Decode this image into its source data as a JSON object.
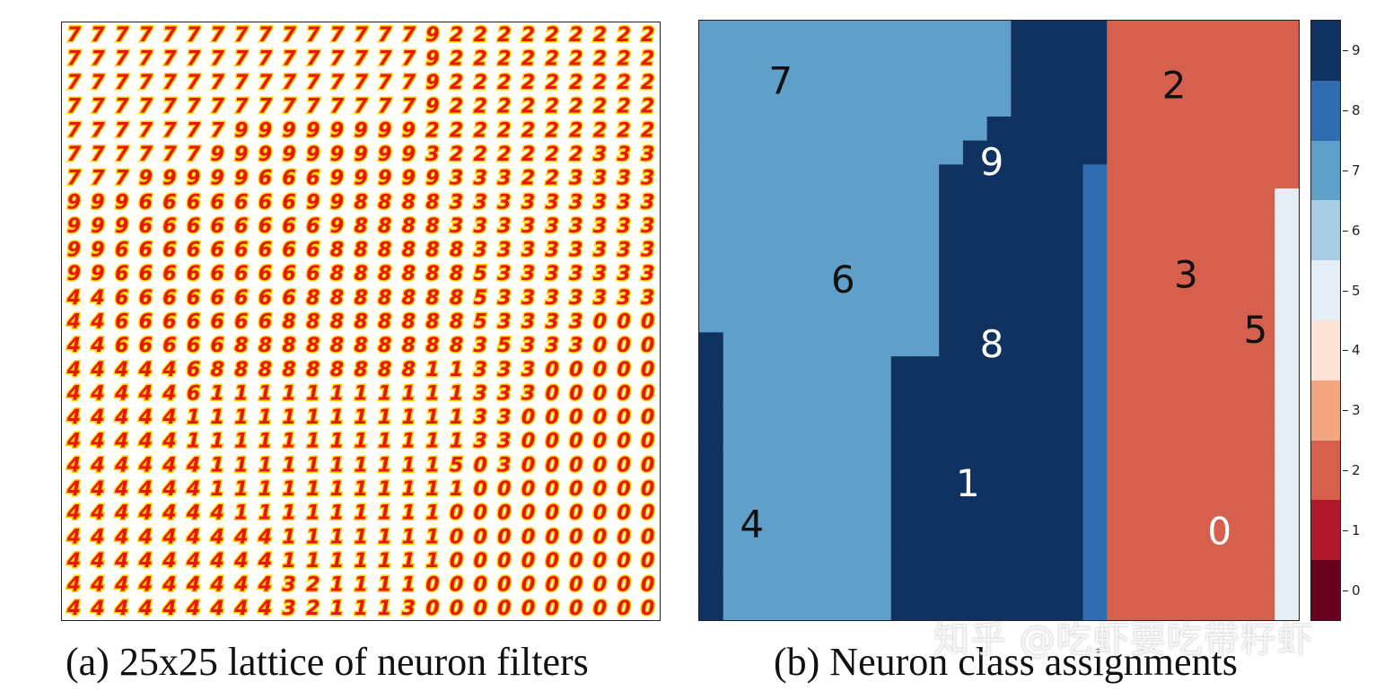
{
  "lattice": {
    "size": 25,
    "rows": [
      "7777777777777779222222222",
      "7777777777777779222222222",
      "7777777777777779222222222",
      "7777777777777779222222222",
      "7777777999999992222222222",
      "7777779999999993222222333",
      "7779999966699999333223333",
      "9996666666998888333333333",
      "9996666666698888333333333",
      "9966666666688888833333333",
      "9966666666688888853333333",
      "4466666666888888853333333",
      "4466666668888888853333000",
      "4466666888888888835333000",
      "4444468888888881133300000",
      "4444461111111111133300000",
      "4444411111111111133000000",
      "4444411111111111133000000",
      "4444441111111111503000000",
      "4444441111111111100000000",
      "4444444111111111000000000",
      "4444444441111111000000000",
      "4444444441111111000000000",
      "4444444443211110000000000",
      "4444444443211130000000000"
    ]
  },
  "assignments": {
    "size": 25,
    "rows": [
      "7777777777777999922222222",
      "7777777777777999922222222",
      "7777777777777999922222222",
      "7777777777777999922222222",
      "7777777777779999922222222",
      "7777777777799999922222222",
      "7777777777999999822222222",
      "7777777777999999822222225",
      "7777777777999999822222225",
      "7777777777999999822222225",
      "7777777777999999822222225",
      "7777777777999999822222225",
      "7777777777999999822222225",
      "9777777777999999822222225",
      "9777777799999999822222225",
      "9777777799999999822222225",
      "9777777799999999822222225",
      "9777777799999999822222225",
      "9777777799999999822222225",
      "9777777799999999822222225",
      "9777777799999999822222225",
      "9777777799999999822222225",
      "9777777799999999822222225",
      "9777777799999999822222225",
      "9777777799999999822222225"
    ],
    "region_labels": [
      {
        "text": "7",
        "col": 3.4,
        "row": 2.5
      },
      {
        "text": "2",
        "col": 19.8,
        "row": 2.7
      },
      {
        "text": "9",
        "col": 12.2,
        "row": 5.9
      },
      {
        "text": "6",
        "col": 6.0,
        "row": 10.8
      },
      {
        "text": "3",
        "col": 20.3,
        "row": 10.6
      },
      {
        "text": "5",
        "col": 23.2,
        "row": 12.9
      },
      {
        "text": "8",
        "col": 12.2,
        "row": 13.5
      },
      {
        "text": "1",
        "col": 11.2,
        "row": 19.3
      },
      {
        "text": "4",
        "col": 2.2,
        "row": 21.0
      },
      {
        "text": "0",
        "col": 21.7,
        "row": 21.3
      }
    ]
  },
  "colorbar": {
    "ticks": [
      "9",
      "8",
      "7",
      "6",
      "5",
      "4",
      "3",
      "2",
      "1",
      "0"
    ],
    "colors": {
      "0": "#67001f",
      "1": "#b2182b",
      "2": "#d6604d",
      "3": "#f4a582",
      "4": "#fbe3d6",
      "5": "#e4eef4",
      "6": "#a9cde4",
      "7": "#5f9fca",
      "8": "#2f6cb0",
      "9": "#0f3260"
    }
  },
  "captions": {
    "a": "(a) 25x25 lattice of neuron filters",
    "b": "(b) Neuron class assignments"
  },
  "watermark": "知乎 @吃虾要吃带籽虾"
}
